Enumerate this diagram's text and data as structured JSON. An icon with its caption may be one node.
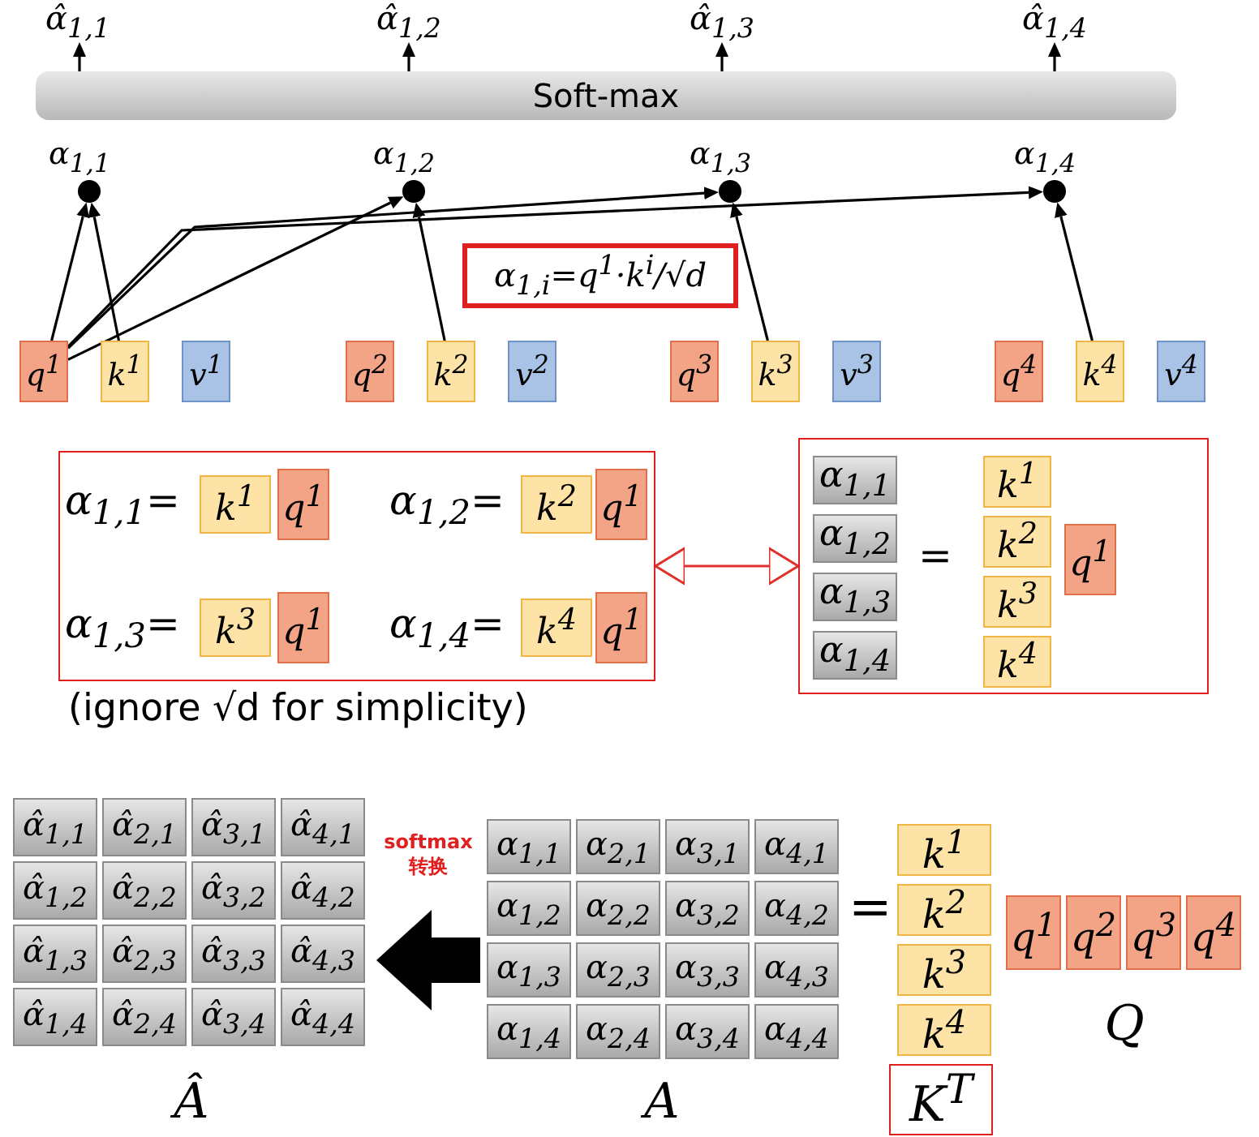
{
  "diagram": {
    "nodes": [
      {
        "text": [
          "Soft-max"
        ]
      },
      {
        "text": [
          "α̂$_{1,1}$"
        ]
      },
      {
        "text": [
          "α̂$_{1,2}$"
        ]
      },
      {
        "text": [
          "α̂$_{1,3}$"
        ]
      },
      {
        "text": [
          "α̂$_{1,4}$"
        ]
      },
      {
        "text": [],
        "shape": "circle",
        "beside": [
          "α$_{1,1}$"
        ]
      },
      {
        "text": [],
        "shape": "circle",
        "beside": [
          "α$_{1,2}$"
        ]
      },
      {
        "text": [],
        "shape": "circle",
        "beside": [
          "α$_{1,3}$"
        ]
      },
      {
        "text": [],
        "shape": "circle",
        "beside": [
          "α$_{1,4}$"
        ]
      },
      {
        "text": [
          "α$_{1,i}$=q$^{1}$·k$^{i}$/√d"
        ]
      },
      {
        "text": [
          "q$^{1}$"
        ]
      },
      {
        "text": [
          "k$^{1}$"
        ]
      },
      {
        "text": [
          "v$^{1}$"
        ]
      },
      {
        "text": [
          "q$^{2}$"
        ]
      },
      {
        "text": [
          "k$^{2}$"
        ]
      },
      {
        "text": [
          "v$^{2}$"
        ]
      },
      {
        "text": [
          "q$^{3}$"
        ]
      },
      {
        "text": [
          "k$^{3}$"
        ]
      },
      {
        "text": [
          "v$^{3}$"
        ]
      },
      {
        "text": [
          "q$^{4}$"
        ]
      },
      {
        "text": [
          "k$^{4}$"
        ]
      },
      {
        "text": [
          "v$^{4}$"
        ]
      },
      {
        "text": [],
        "shape": "box"
      },
      {
        "text": [
          "k$^{1}$"
        ],
        "in": 22
      },
      {
        "text": [
          "q$^{1}$"
        ],
        "in": 22
      },
      {
        "text": [
          "k$^{2}$"
        ],
        "in": 22
      },
      {
        "text": [
          "q$^{1}$"
        ],
        "in": 22
      },
      {
        "text": [
          "k$^{3}$"
        ],
        "in": 22
      },
      {
        "text": [
          "q$^{1}$"
        ],
        "in": 22
      },
      {
        "text": [
          "k$^{4}$"
        ],
        "in": 22
      },
      {
        "text": [
          "q$^{1}$"
        ],
        "in": 22
      },
      {
        "text": [],
        "shape": "box"
      },
      {
        "text": [
          "α$_{1,1}$"
        ],
        "in": 31
      },
      {
        "text": [
          "α$_{1,2}$"
        ],
        "in": 31
      },
      {
        "text": [
          "α$_{1,3}$"
        ],
        "in": 31
      },
      {
        "text": [
          "α$_{1,4}$"
        ],
        "in": 31
      },
      {
        "text": [
          "k$^{1}$"
        ],
        "in": 31
      },
      {
        "text": [
          "k$^{2}$"
        ],
        "in": 31
      },
      {
        "text": [
          "k$^{3}$"
        ],
        "in": 31
      },
      {
        "text": [
          "k$^{4}$"
        ],
        "in": 31
      },
      {
        "text": [
          "q$^{1}$"
        ],
        "in": 31
      },
      {
        "text": [
          "Â"
        ]
      },
      {
        "text": [
          "α̂$_{1,1}$"
        ],
        "in": 41
      },
      {
        "text": [
          "α̂$_{2,1}$"
        ],
        "in": 41
      },
      {
        "text": [
          "α̂$_{3,1}$"
        ],
        "in": 41
      },
      {
        "text": [
          "α̂$_{4,1}$"
        ],
        "in": 41
      },
      {
        "text": [
          "α̂$_{1,2}$"
        ],
        "in": 41
      },
      {
        "text": [
          "α̂$_{2,2}$"
        ],
        "in": 41
      },
      {
        "text": [
          "α̂$_{3,2}$"
        ],
        "in": 41
      },
      {
        "text": [
          "α̂$_{4,2}$"
        ],
        "in": 41
      },
      {
        "text": [
          "α̂$_{1,3}$"
        ],
        "in": 41
      },
      {
        "text": [
          "α̂$_{2,3}$"
        ],
        "in": 41
      },
      {
        "text": [
          "α̂$_{3,3}$"
        ],
        "in": 41
      },
      {
        "text": [
          "α̂$_{4,3}$"
        ],
        "in": 41
      },
      {
        "text": [
          "α̂$_{1,4}$"
        ],
        "in": 41
      },
      {
        "text": [
          "α̂$_{2,4}$"
        ],
        "in": 41
      },
      {
        "text": [
          "α̂$_{3,4}$"
        ],
        "in": 41
      },
      {
        "text": [
          "α̂$_{4,4}$"
        ],
        "in": 41
      },
      {
        "text": [
          "A"
        ]
      },
      {
        "text": [
          "α$_{1,1}$"
        ],
        "in": 58
      },
      {
        "text": [
          "α$_{2,1}$"
        ],
        "in": 58
      },
      {
        "text": [
          "α$_{3,1}$"
        ],
        "in": 58
      },
      {
        "text": [
          "α$_{4,1}$"
        ],
        "in": 58
      },
      {
        "text": [
          "α$_{1,2}$"
        ],
        "in": 58
      },
      {
        "text": [
          "α$_{2,2}$"
        ],
        "in": 58
      },
      {
        "text": [
          "α$_{3,2}$"
        ],
        "in": 58
      },
      {
        "text": [
          "α$_{4,2}$"
        ],
        "in": 58
      },
      {
        "text": [
          "α$_{1,3}$"
        ],
        "in": 58
      },
      {
        "text": [
          "α$_{2,3}$"
        ],
        "in": 58
      },
      {
        "text": [
          "α$_{3,3}$"
        ],
        "in": 58
      },
      {
        "text": [
          "α$_{4,3}$"
        ],
        "in": 58
      },
      {
        "text": [
          "α$_{1,4}$"
        ],
        "in": 58
      },
      {
        "text": [
          "α$_{2,4}$"
        ],
        "in": 58
      },
      {
        "text": [
          "α$_{3,4}$"
        ],
        "in": 58
      },
      {
        "text": [
          "α$_{4,4}$"
        ],
        "in": 58
      },
      {
        "text": [
          "K$^{T}$"
        ]
      },
      {
        "text": [
          "k$^{1}$"
        ]
      },
      {
        "text": [
          "k$^{2}$"
        ]
      },
      {
        "text": [
          "k$^{3}$"
        ]
      },
      {
        "text": [
          "k$^{4}$"
        ]
      },
      {
        "text": [
          "Q"
        ]
      },
      {
        "text": [
          "q$^{1}$"
        ],
        "in": 80
      },
      {
        "text": [
          "q$^{2}$"
        ],
        "in": 80
      },
      {
        "text": [
          "q$^{3}$"
        ],
        "in": 80
      },
      {
        "text": [
          "q$^{4}$"
        ],
        "in": 80
      }
    ],
    "edges": [
      {
        "from": 10,
        "to": 5,
        "arrow": "to"
      },
      {
        "from": 10,
        "to": 6,
        "arrow": "to"
      },
      {
        "from": 10,
        "to": 7,
        "arrow": "to"
      },
      {
        "from": 10,
        "to": 8,
        "arrow": "to"
      },
      {
        "from": 11,
        "to": 5,
        "arrow": "to"
      },
      {
        "from": 14,
        "to": 6,
        "arrow": "to"
      },
      {
        "from": 17,
        "to": 7,
        "arrow": "to"
      },
      {
        "from": 20,
        "to": 8,
        "arrow": "to"
      },
      {
        "from": 0,
        "to": 1,
        "arrow": "to"
      },
      {
        "from": 0,
        "to": 2,
        "arrow": "to"
      },
      {
        "from": 0,
        "to": 3,
        "arrow": "to"
      },
      {
        "from": 0,
        "to": 4,
        "arrow": "to"
      },
      {
        "from": 22,
        "to": 31,
        "arrow": "both",
        "color": "#e0302a"
      },
      {
        "from": 58,
        "to": 41,
        "arrow": "to",
        "style": "thick",
        "label": "softmax 转换"
      }
    ],
    "labels": [
      "α$_{1,1}$=",
      "α$_{1,2}$=",
      "α$_{1,3}$=",
      "α$_{1,4}$=",
      "=",
      "(ignore √d for simplicity)",
      "="
    ]
  }
}
